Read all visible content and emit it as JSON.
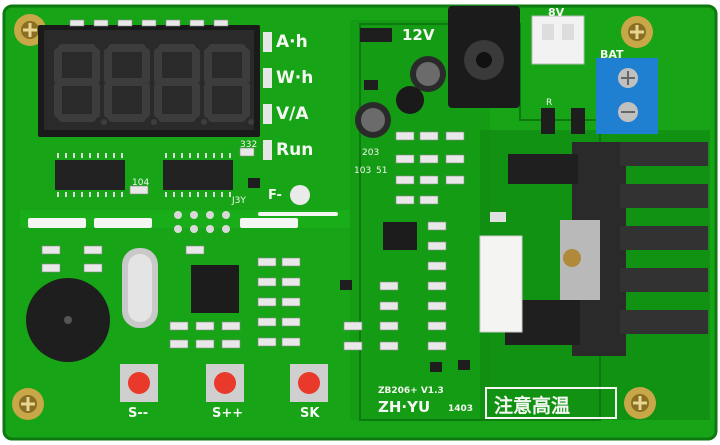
{
  "board": {
    "display_digits": "8.8.8.8.",
    "mode_labels": [
      "A·h",
      "W·h",
      "V/A",
      "Run"
    ],
    "power_label": "12V",
    "buttons": [
      "S--",
      "S++",
      "SK"
    ],
    "fan_label": "F-",
    "connector_label": "8V",
    "battery_label": "BAT",
    "revision": "ZB206+ V1.3",
    "brand": "ZH·YU",
    "date_code": "1403",
    "warning_text": "注意高温",
    "small_markings": [
      "332",
      "J3Y",
      "104",
      "203",
      "51",
      "103",
      "R"
    ],
    "colors": {
      "pcb": "#17a417",
      "pcb_dark": "#0e7d12",
      "silk": "#f2f6ee",
      "display_segment": "#2b2b2b",
      "terminal_block": "#1f7fd0",
      "heatsink": "#2a2a2a",
      "button_cap": "#e8392a"
    }
  }
}
